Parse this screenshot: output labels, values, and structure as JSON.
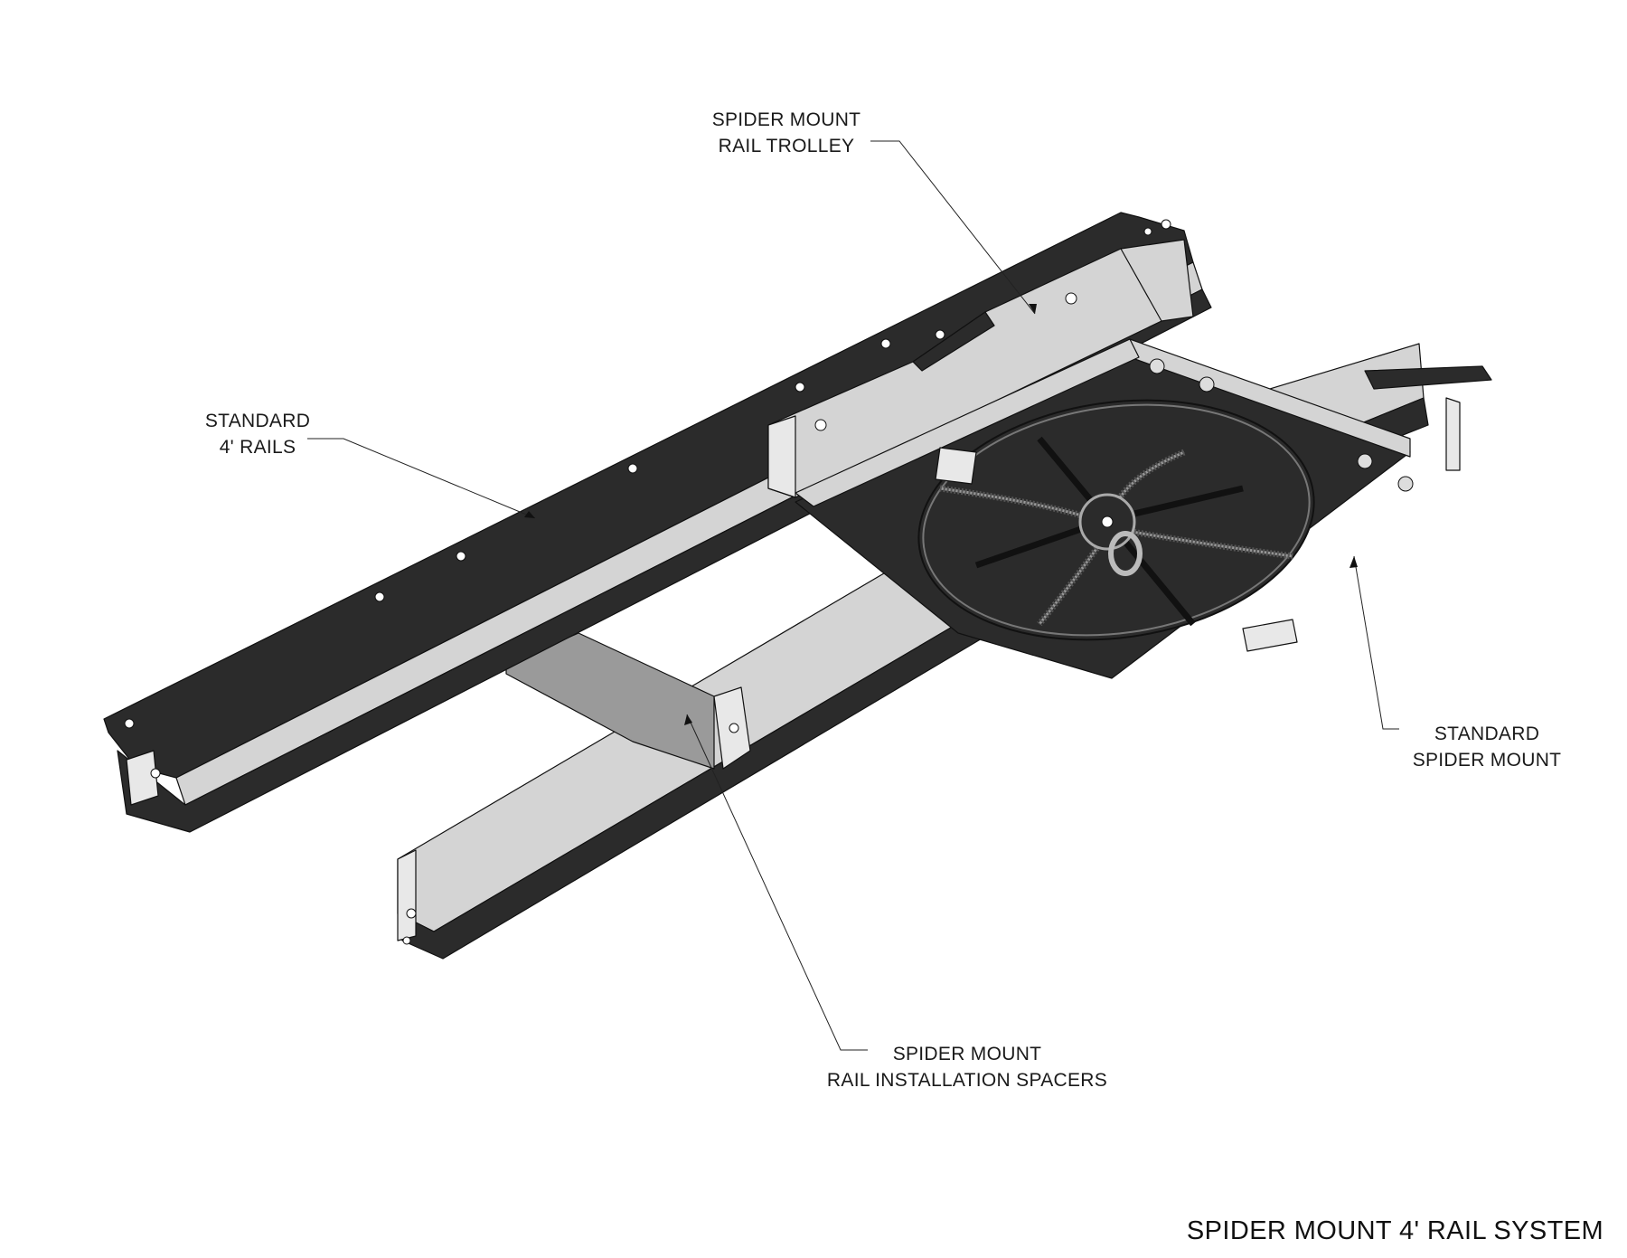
{
  "labels": {
    "trolley": {
      "line1": "SPIDER MOUNT",
      "line2": "RAIL TROLLEY"
    },
    "rails": {
      "line1": "STANDARD",
      "line2": "4' RAILS"
    },
    "spider": {
      "line1": "STANDARD",
      "line2": "SPIDER MOUNT"
    },
    "spacers": {
      "line1": "SPIDER MOUNT",
      "line2": "RAIL INSTALLATION SPACERS"
    }
  },
  "title": "SPIDER MOUNT 4' RAIL SYSTEM"
}
